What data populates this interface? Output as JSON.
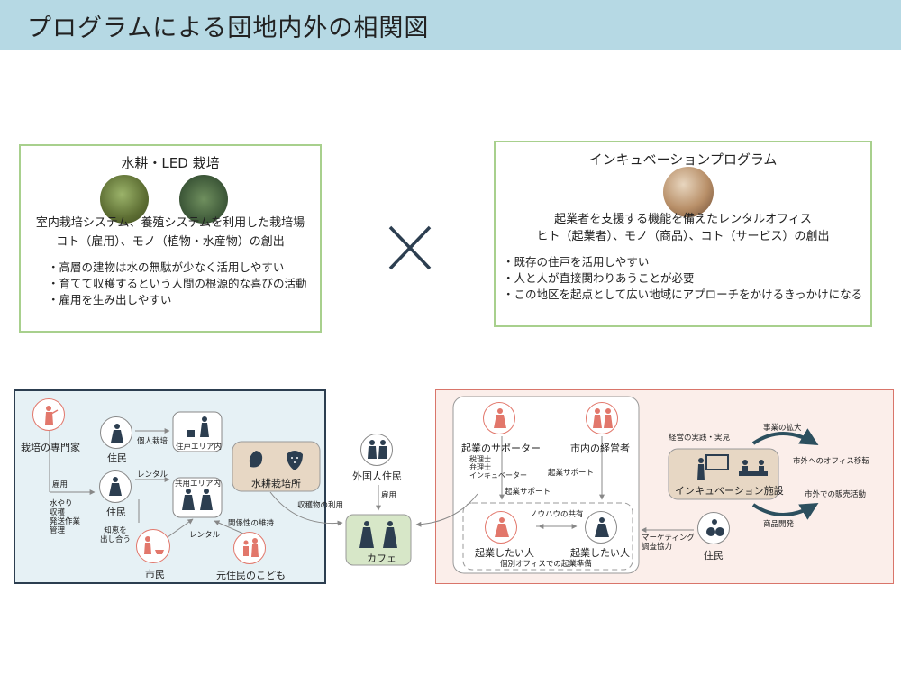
{
  "header": {
    "title": "プログラムによる団地内外の相関図"
  },
  "left_card": {
    "title": "水耕・LED 栽培",
    "desc_line1": "室内栽培システム、養殖システムを利用した栽培場",
    "desc_line2": "コト（雇用）、モノ（植物・水産物）の創出",
    "bullets": [
      "高層の建物は水の無駄が少なく活用しやすい",
      "育てて収穫するという人間の根源的な喜びの活動",
      "雇用を生み出しやすい"
    ]
  },
  "right_card": {
    "title": "インキュベーションプログラム",
    "desc_line1": "起業者を支援する機能を備えたレンタルオフィス",
    "desc_line2": "ヒト（起業者）、モノ（商品）、コト（サービス）の創出",
    "bullets": [
      "既存の住戸を活用しやすい",
      "人と人が直接関わりあうことが必要",
      "この地区を起点として広い地域にアプローチをかけるきっかけになる"
    ]
  },
  "cross_symbol": "×",
  "left_panel": {
    "expert": "栽培の専門家",
    "resident_top": "住民",
    "personal_farm": "個人栽培",
    "dwelling": "住戸エリア内",
    "rental": "レンタル",
    "shared": "共用エリア内",
    "employ": "雇用",
    "tasks": [
      "水やり",
      "収穫",
      "発送作業",
      "管理"
    ],
    "resident_mid": "住民",
    "wisdom": [
      "知恵を",
      "出し合う"
    ],
    "rental2": "レンタル",
    "relation": "関係性の維持",
    "citizen": "市民",
    "former_child": "元住民のこども",
    "facility": "水耕栽培所"
  },
  "middle": {
    "foreign": "外国人住民",
    "employ": "雇用",
    "crop_use": "収穫物の利用",
    "cafe": "カフェ"
  },
  "right_panel": {
    "supporter": "起業のサポーター",
    "supporter_list": [
      "税理士",
      "弁理士",
      "インキュベーター"
    ],
    "manager": "市内の経営者",
    "startup_support1": "起業サポート",
    "startup_support2": "起業サポート",
    "knowhow": "ノウハウの共有",
    "aspirant1": "起業したい人",
    "aspirant2": "起業したい人",
    "office_prep": "個別オフィスでの起業準備",
    "marketing": [
      "マーケティング",
      "調査協力"
    ],
    "resident": "住民",
    "practice": "経営の実践・実見",
    "expand": "事業の拡大",
    "relocation": "市外へのオフィス移転",
    "incubation": "インキュベーション施設",
    "sales": "市外での販売活動",
    "product_dev": "商品開発"
  },
  "colors": {
    "header_bg": "#b6d9e4",
    "card_border": "#a8d08d",
    "accent_red": "#e2776b",
    "navy": "#2c3e50",
    "arrow_gray": "#888888"
  }
}
